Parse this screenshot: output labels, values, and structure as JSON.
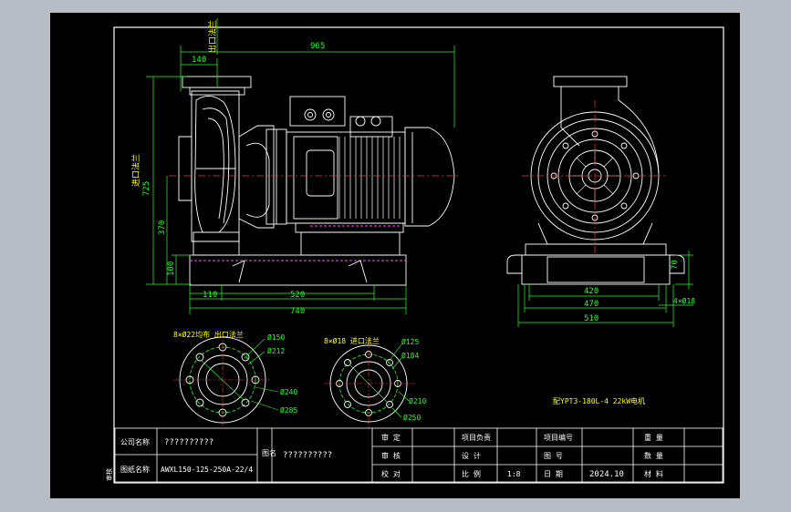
{
  "drawing": {
    "colors": {
      "outline": "#ffffff",
      "dimension": "#22ff22",
      "center_line": "#ff3030",
      "label": "#ffff00",
      "hidden": "#ff44ff",
      "background": "#000000"
    },
    "side_view_dims": {
      "overall_length": "965",
      "flange_offset": "140",
      "overall_height": "725",
      "shaft_height": "370",
      "base_height": "100",
      "base_left": "110",
      "base_span": "520",
      "base_length": "740",
      "outlet_label": "出口法兰",
      "inlet_label": "进口法兰"
    },
    "end_view_dims": {
      "bolt_span": "420",
      "base_width": "470",
      "overall_width": "510",
      "foot_height": "70",
      "hole_spec": "4×Ø18"
    },
    "motor_label": "配YPT3-180L-4 22kW电机",
    "outlet_flange": {
      "title": "8×Ø22均布  出口法兰",
      "d1": "Ø150",
      "d2": "Ø212",
      "d3": "Ø240",
      "d4": "Ø285"
    },
    "inlet_flange": {
      "title": "8×Ø18  进口法兰",
      "d1": "Ø125",
      "d2": "Ø184",
      "d3": "Ø210",
      "d4": "Ø250"
    }
  },
  "title_block": {
    "company_label": "公司名称",
    "company_value": "??????????",
    "drawing_no_label": "图纸名称",
    "drawing_no_value": "AWXL150-125-250A-22/4",
    "fig_label": "图名",
    "fig_value": "??????????",
    "approve_label": "审 定",
    "review_label": "审 核",
    "check_label": "校 对",
    "project_lead_label": "项目负责",
    "design_label": "设 计",
    "scale_label": "比 例",
    "scale_value": "1:8",
    "project_no_label": "项目编号",
    "drawing_num_label": "图 号",
    "date_label": "日 期",
    "date_value": "2024.10",
    "qty_label": "数 量",
    "weight_label": "重 量",
    "material_label": "材 料"
  },
  "side_mark": "审核"
}
